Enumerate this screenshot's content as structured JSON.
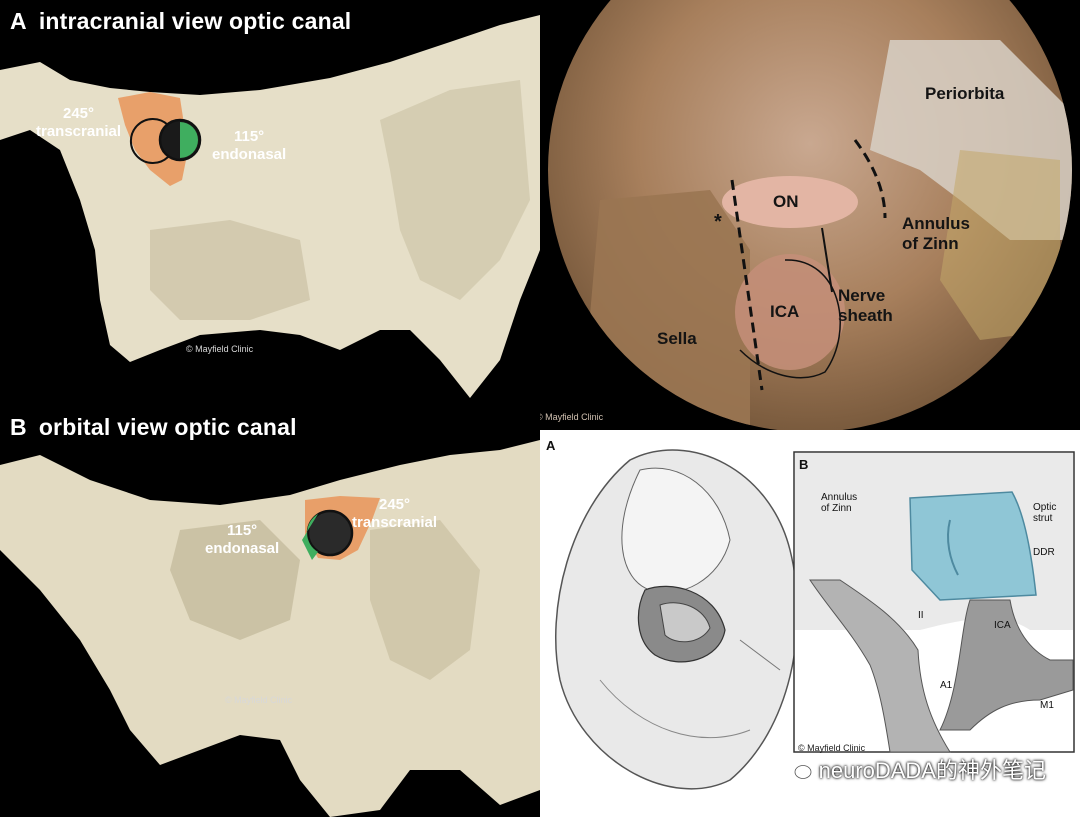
{
  "panel_a": {
    "letter": "A",
    "title": "intracranial view optic canal",
    "label_transcranial": "245°\ntranscranial",
    "label_endonasal": "115°\nendonasal",
    "copyright": "© Mayfield Clinic"
  },
  "panel_b": {
    "letter": "B",
    "title": "orbital view optic canal",
    "label_transcranial": "245°\ntranscranial",
    "label_endonasal": "115°\nendonasal",
    "copyright": "© Mayfield Clinic"
  },
  "endoscopic": {
    "labels": {
      "periorbita": "Periorbita",
      "on": "ON",
      "annulus": "Annulus\nof Zinn",
      "ica": "ICA",
      "nerve_sheath": "Nerve\nsheath",
      "sella": "Sella",
      "asterisk": "*"
    },
    "copyright": "© Mayfield Clinic"
  },
  "illustration": {
    "letter_a": "A",
    "letter_b": "B",
    "labels": {
      "annulus": "Annulus\nof Zinn",
      "optic_strut": "Optic\nstrut",
      "ddr": "DDR",
      "ii": "II",
      "ica": "ICA",
      "a1": "A1",
      "m1": "M1"
    },
    "copyright": "© Mayfield Clinic"
  },
  "watermark": "neuroDADA的神外笔记",
  "colors": {
    "bone": "#e8e1cb",
    "transcranial_orange": "#e89a62",
    "endonasal_green": "#3fae5f",
    "tissue": "#b48a66",
    "dura_blue": "#8fc6d6"
  }
}
